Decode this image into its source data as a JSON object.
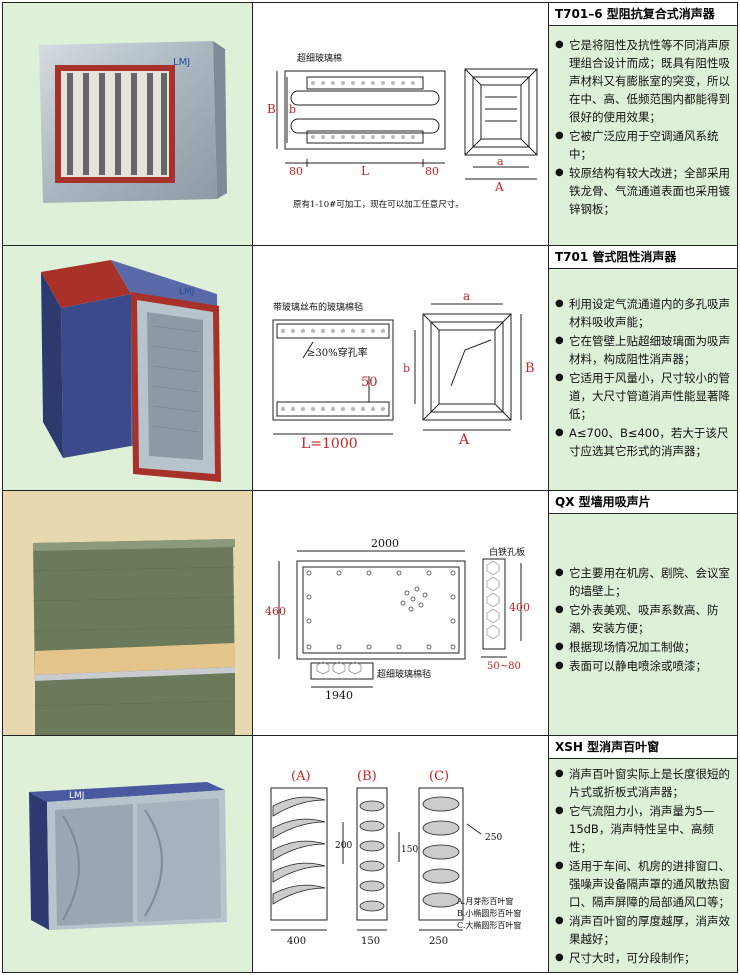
{
  "rows": [
    {
      "title": "T701–6 型阻抗复合式消声器",
      "bullets": [
        "它是将阻性及抗性等不同消声原理组合设计而成；既具有阻性吸声材料又有膨胀室的突变，所以在中、高、低频范围内都能得到很好的使用效果；",
        "它被广泛应用于空调通风系统中；",
        "较原结构有较大改进；全部采用铁龙骨、气流通道表面也采用镀锌钢板；"
      ],
      "drawing": {
        "label_top": "超细玻璃棉",
        "dim_B": "B",
        "dim_b": "b",
        "dim_80_left": "80",
        "dim_L": "L",
        "dim_80_right": "80",
        "dim_a": "a",
        "dim_A": "A",
        "note": "原有1-10#可加工，现在可以加工任意尺寸。"
      }
    },
    {
      "title": "T701 管式阻性消声器",
      "bullets": [
        "利用设定气流通道内的多孔吸声材料吸收声能；",
        "它在管壁上贴超细玻璃面为吸声材料，构成阻性消声器；",
        "它适用于风量小，尺寸较小的管道，大尺寸管道消声性能显著降低；",
        "A≤700、B≤400，若大于该尺寸应选其它形式的消声器；"
      ],
      "drawing": {
        "label_top": "带玻璃丝布的玻璃棉毡",
        "label_perf": "≥30%穿孔率",
        "dim_50": "50",
        "dim_L": "L=1000",
        "dim_a": "a",
        "dim_b": "b",
        "dim_B": "B",
        "dim_A": "A"
      }
    },
    {
      "title": "QX 型墙用吸声片",
      "bullets": [
        "它主要用在机房、剧院、会议室的墙壁上；",
        "它外表美观、吸声系数高、防潮、安装方便；",
        "根据现场情况加工制做；",
        "表面可以静电喷涂或喷漆；"
      ],
      "drawing": {
        "dim_2000": "2000",
        "dim_460": "460",
        "label_plate": "白铁孔板",
        "dim_400": "400",
        "dim_50_80": "50~80",
        "label_wool": "超细玻璃棉毡",
        "dim_1940": "1940"
      }
    },
    {
      "title": "XSH 型消声百叶窗",
      "bullets": [
        "消声百叶窗实际上是长度很短的片式或折板式消声器；",
        "它气流阻力小，消声量为5—15dB，消声特性呈中、高频性；",
        "适用于车间、机房的进排窗口、强噪声设备隔声罩的通风散热窗口、隔声屏障的局部通风口等；",
        "消声百叶窗的厚度越厚，消声效果越好；",
        "尺寸大时，可分段制作；"
      ],
      "drawing": {
        "label_A": "(A)",
        "label_B": "(B)",
        "label_C": "(C)",
        "dim_200": "200",
        "dim_150_side": "150",
        "dim_250_side": "250",
        "dim_400": "400",
        "dim_150": "150",
        "dim_250": "250",
        "legend_a": "A.月芽形百叶窗",
        "legend_b": "B.小椭圆形百叶窗",
        "legend_c": "C.大椭圆形百叶窗"
      }
    }
  ],
  "colors": {
    "photo_bg": "#dff0d8",
    "desc_bg": "#dff0d8",
    "dim_red": "#cc2222",
    "frame_red": "#a8322a",
    "steel": "#b8c4cc",
    "blue": "#2a4a9a"
  }
}
